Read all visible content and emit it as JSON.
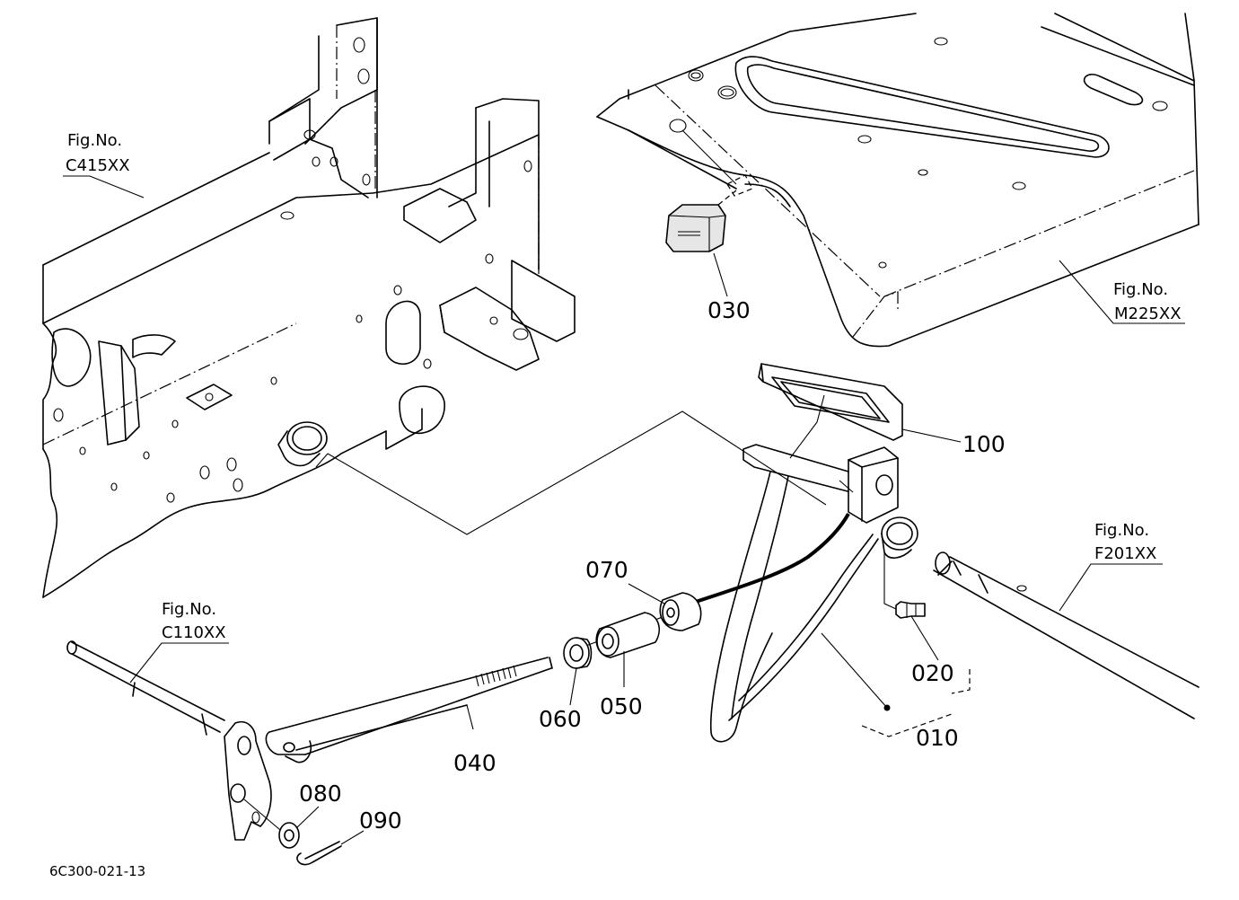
{
  "diagram_code": "6C300-021-13",
  "part_numbers": {
    "p010": "010",
    "p020": "020",
    "p030": "030",
    "p040": "040",
    "p050": "050",
    "p060": "060",
    "p070": "070",
    "p080": "080",
    "p090": "090",
    "p100": "100"
  },
  "figure_refs": {
    "c415": {
      "label": "Fig.No.",
      "code": "C415XX"
    },
    "m225": {
      "label": "Fig.No.",
      "code": "M225XX"
    },
    "f201": {
      "label": "Fig.No.",
      "code": "F201XX"
    },
    "c110": {
      "label": "Fig.No.",
      "code": "C110XX"
    }
  }
}
